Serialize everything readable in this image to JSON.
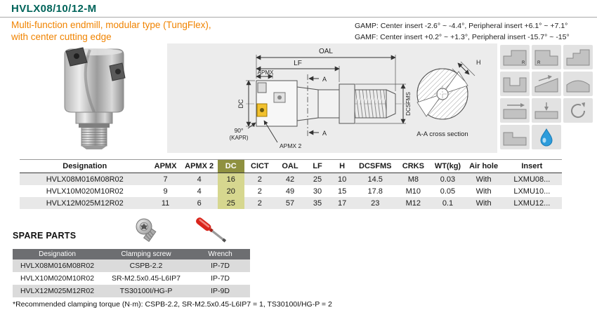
{
  "header": {
    "title": "HVLX08/10/12-M",
    "subtitle_line1": "Multi-function endmill, modular type (TungFlex),",
    "subtitle_line2": "with center cutting edge",
    "gamp": "GAMP:  Center insert -2.6° ~ -4.4°, Peripheral insert +6.1° ~ +7.1°",
    "gamf": "GAMF:  Center insert +0.2° ~ +1.3°, Peripheral insert -15.7° ~ -15°"
  },
  "diagram": {
    "labels": {
      "oal": "OAL",
      "lf": "LF",
      "apmx": "APMX",
      "a_top": "A",
      "a_bottom": "A",
      "dc": "DC",
      "dcsfms": "DCSFMS",
      "kapr_angle": "90°",
      "kapr": "(KAPR)",
      "apmx2": "APMX 2",
      "h": "H",
      "cross_section_caption": "A-A cross section"
    },
    "r_mark": "R",
    "application_icons": [
      "square-shoulder-milling",
      "shoulder-radius-milling",
      "step-milling",
      "slot-milling",
      "ramping",
      "curved-surface-milling",
      "face-milling",
      "plunge-milling",
      "helical-interpolation",
      "pocket-milling",
      "coolant-through"
    ]
  },
  "main_table": {
    "headers": [
      "Designation",
      "APMX",
      "APMX 2",
      "DC",
      "CICT",
      "OAL",
      "LF",
      "H",
      "DCSFMS",
      "CRKS",
      "WT(kg)",
      "Air hole",
      "Insert"
    ],
    "highlight_column": "DC",
    "rows": [
      [
        "HVLX08M016M08R02",
        "7",
        "4",
        "16",
        "2",
        "42",
        "25",
        "10",
        "14.5",
        "M8",
        "0.03",
        "With",
        "LXMU08..."
      ],
      [
        "HVLX10M020M10R02",
        "9",
        "4",
        "20",
        "2",
        "49",
        "30",
        "15",
        "17.8",
        "M10",
        "0.05",
        "With",
        "LXMU10..."
      ],
      [
        "HVLX12M025M12R02",
        "11",
        "6",
        "25",
        "2",
        "57",
        "35",
        "17",
        "23",
        "M12",
        "0.1",
        "With",
        "LXMU12..."
      ]
    ]
  },
  "spare_parts": {
    "title": "SPARE PARTS",
    "table": {
      "headers": [
        "Designation",
        "Clamping screw",
        "Wrench"
      ],
      "rows": [
        [
          "HVLX08M016M08R02",
          "CSPB-2.2",
          "IP-7D"
        ],
        [
          "HVLX10M020M10R02",
          "SR-M2.5x0.45-L6IP7",
          "IP-7D"
        ],
        [
          "HVLX12M025M12R02",
          "TS30100I/HG-P",
          "IP-9D"
        ]
      ]
    },
    "footnote": "*Recommended clamping torque (N·m): CSPB-2.2, SR-M2.5x0.45-L6IP7 = 1, TS30100I/HG-P = 2"
  },
  "colors": {
    "title_teal": "#00645A",
    "accent_orange": "#F08300",
    "dc_header_bg": "#8F9140",
    "dc_cell_bg": "#D6D78F",
    "row_stripe": "#E8E8E8",
    "spare_header_bg": "#6D6E71",
    "insert_yellow": "#F2C12E",
    "coolant_blue": "#2D9CDB",
    "screwdriver_red": "#D9251C"
  }
}
